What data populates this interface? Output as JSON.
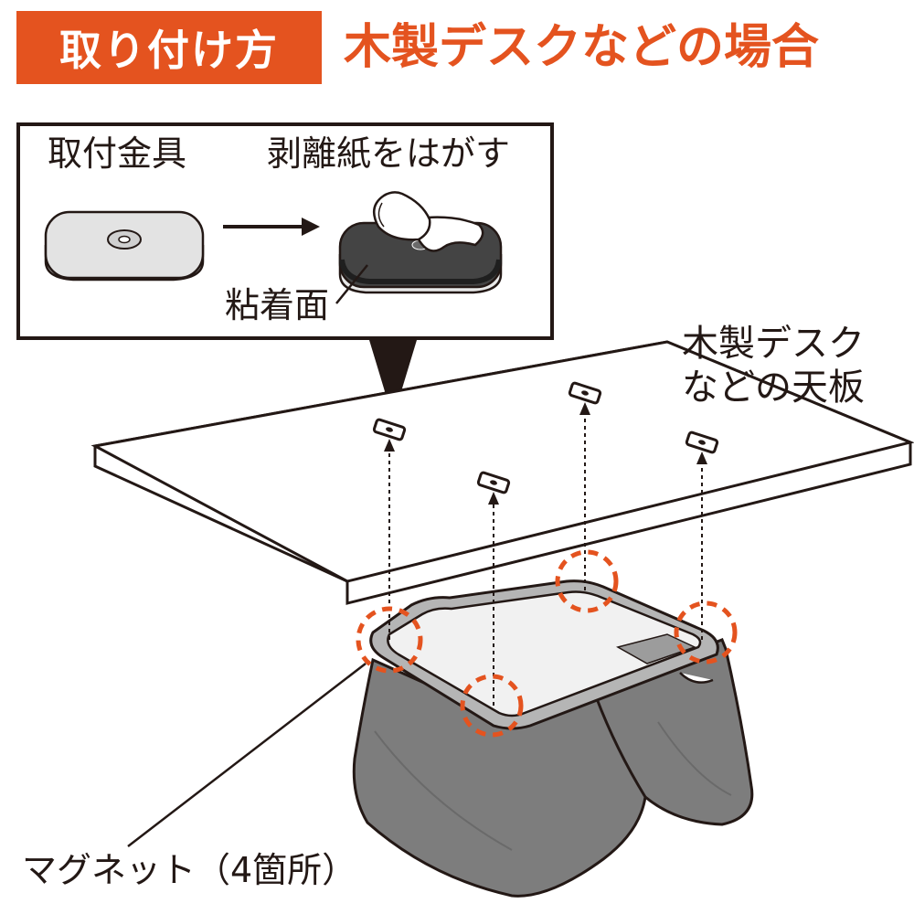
{
  "header": {
    "badge_text": "取り付け方",
    "title": "木製デスクなどの場合",
    "accent_color": "#e4531f"
  },
  "inset": {
    "bracket_label": "取付金具",
    "peel_label": "剥離紙をはがす",
    "adhesive_label": "粘着面"
  },
  "main": {
    "desk_label_line1": "木製デスク",
    "desk_label_line2": "などの天板",
    "magnet_label": "マグネット（4箇所）"
  },
  "colors": {
    "line": "#231815",
    "highlight": "#e4531f",
    "cover_gray": "#7d7d7d",
    "frame_gray": "#b5b5b5"
  }
}
